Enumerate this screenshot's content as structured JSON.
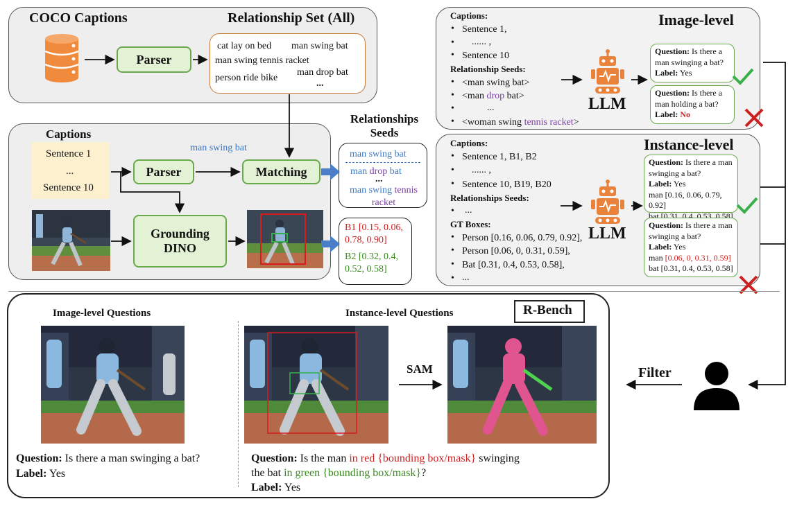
{
  "top_left": {
    "coco_title": "COCO Captions",
    "relset_title": "Relationship Set (All)",
    "parser_label": "Parser",
    "relset_lines": [
      "cat lay on bed",
      "man swing bat",
      "man swing tennis racket",
      "person ride bike",
      "man drop bat",
      "..."
    ]
  },
  "mid_left": {
    "captions_title": "Captions",
    "sentence_first": "Sentence 1",
    "ellipsis": "...",
    "sentence_last": "Sentence 10",
    "parser_label": "Parser",
    "arrow_label": "man swing bat",
    "matching_label": "Matching",
    "grounding_label": "Grounding DINO",
    "seeds_title": "Relationships Seeds",
    "seeds": {
      "s1": "man swing bat",
      "s2_a": "man ",
      "s2_b": "drop",
      "s2_c": " bat",
      "dots": "...",
      "s3_a": "man swing ",
      "s3_b": "tennis racket"
    },
    "boxes": {
      "b1": "B1 [0.15, 0.06, 0.78, 0.90]",
      "b2": "B2 [0.32, 0.4, 0.52, 0.58]"
    }
  },
  "image_level": {
    "title": "Image-level",
    "captions_label": "Captions",
    "items": [
      "Sentence 1,",
      "...... ,",
      "Sentence 10"
    ],
    "seeds_label": "Relationship Seeds:",
    "seed1": "<man swing bat>",
    "seed2_a": "<man ",
    "seed2_b": "drop",
    "seed2_c": " bat>",
    "seed3": "...",
    "seed4_a": "<woman swing ",
    "seed4_b": "tennis racket",
    "seed4_c": ">",
    "llm": "LLM",
    "q1_label": "Question:",
    "q1_text": "Is there a man swinging a bat?",
    "q1_ans_label": "Label:",
    "q1_ans": "Yes",
    "q2_label": "Question:",
    "q2_text": "Is there a man holding a bat?",
    "q2_ans_label": "Label:",
    "q2_ans": "No"
  },
  "instance_level": {
    "title": "Instance-level",
    "captions_label": "Captions:",
    "items": [
      "Sentence 1,  B1, B2",
      "...... ,",
      "Sentence 10, B19, B20"
    ],
    "seeds_label": "Relationships Seeds:",
    "seeds_item": "...",
    "gt_label": "GT Boxes:",
    "gt_items": [
      "Person [0.16, 0.06, 0.79, 0.92],",
      "Person [0.06, 0, 0.31, 0.59],",
      "Bat [0.31, 0.4, 0.53, 0.58],",
      "..."
    ],
    "llm": "LLM",
    "q1": {
      "label": "Question:",
      "text": "Is there a man swinging a bat?",
      "ans_label": "Label:",
      "ans": "Yes",
      "man": "man [0.16, 0.06, 0.79, 0.92]",
      "bat": "bat [0.31, 0.4, 0.53, 0.58]"
    },
    "q2": {
      "label": "Question:",
      "text": "Is there a man swinging a bat?",
      "ans_label": "Label:",
      "ans": "Yes",
      "man_a": "man ",
      "man_b": "[0.06, 0, 0.31, 0.59]",
      "bat": "bat [0.31, 0.4, 0.53, 0.58]"
    }
  },
  "bottom": {
    "rbench": "R-Bench",
    "img_level_title": "Image-level Questions",
    "inst_level_title": "Instance-level Questions",
    "sam": "SAM",
    "filter": "Filter",
    "img_q_label": "Question:",
    "img_q_text": " Is there a man swinging a bat?",
    "img_a_label": "Label:",
    "img_a_text": " Yes",
    "inst_q_label": "Question:",
    "inst_q_a": " Is the man ",
    "inst_q_b": "in red {bounding box/mask}",
    "inst_q_c": "  swinging",
    "inst_q_d": "the bat ",
    "inst_q_e": "in green {bounding box/mask}",
    "inst_q_f": "?",
    "inst_a_label": "Label:",
    "inst_a_text": " Yes"
  },
  "colors": {
    "green_fill": "#e3f1d4",
    "green_border": "#6aa84f",
    "db_orange": "#f08a3c",
    "robot_orange": "#e9823a",
    "arrow_blue": "#4a7fc7",
    "mask_pink": "#e0558f"
  }
}
